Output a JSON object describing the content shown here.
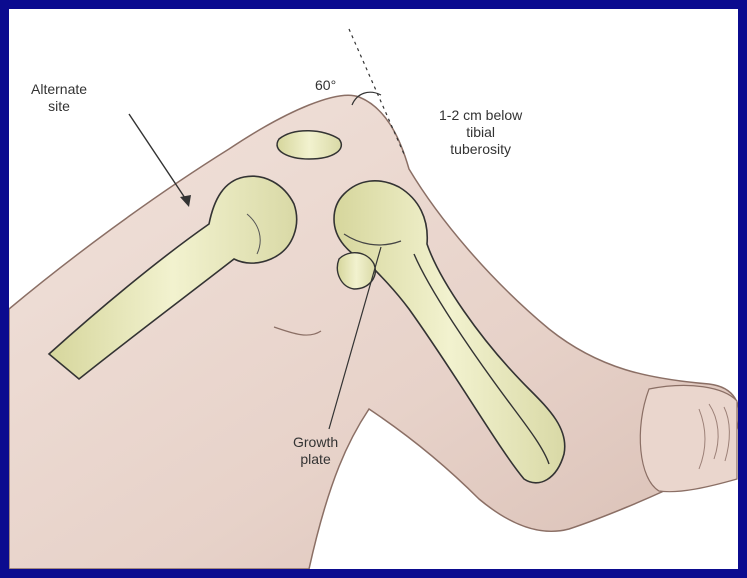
{
  "labels": {
    "alternate_site": [
      "Alternate",
      "site"
    ],
    "angle": "60°",
    "tibial": [
      "1-2 cm below",
      "tibial",
      "tuberosity"
    ],
    "growth_plate": [
      "Growth",
      "plate"
    ]
  },
  "colors": {
    "border": "#0b0b8f",
    "skin": "#ead8d0",
    "skin_shadow": "#cdb3aa",
    "bone": "#e6e6b4",
    "bone_outline": "#333333"
  }
}
